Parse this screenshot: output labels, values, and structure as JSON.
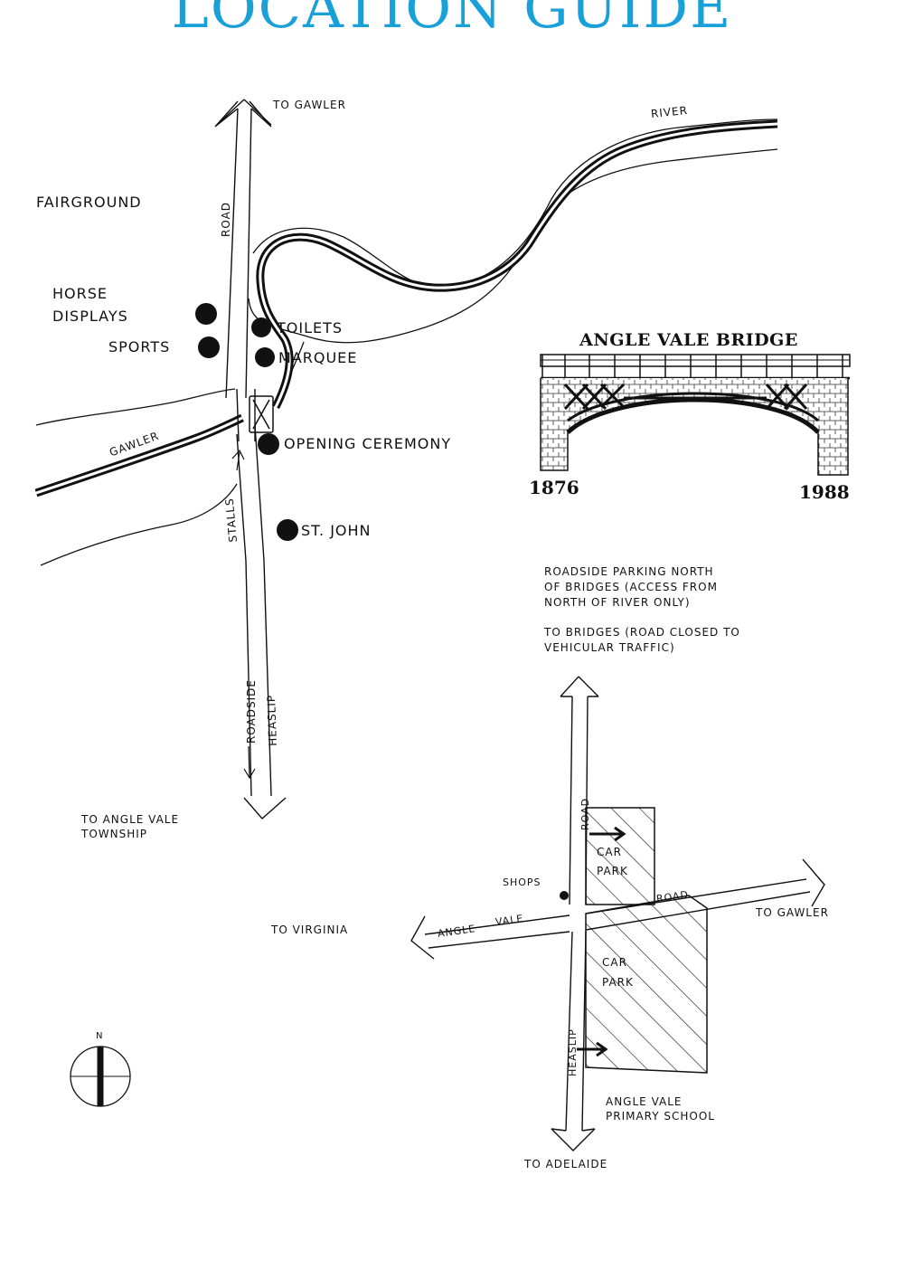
{
  "title": "LOCATION GUIDE",
  "upper_map": {
    "to_gawler": "TO GAWLER",
    "river": "RIVER",
    "fairground": "FAIRGROUND",
    "road": "ROAD",
    "horse_line1": "HORSE",
    "horse_line2": "DISPLAYS",
    "sports": "SPORTS",
    "toilets": "TOILETS",
    "marquee": "MARQUEE",
    "gawler_river": "GAWLER",
    "opening_ceremony": "OPENING CEREMONY",
    "stalls": "STALLS",
    "st_john": "ST. JOHN",
    "roadside": "ROADSIDE",
    "heaslip": "HEASLIP",
    "to_township_line1": "TO ANGLE VALE",
    "to_township_line2": "TOWNSHIP"
  },
  "bridge": {
    "title": "ANGLE VALE BRIDGE",
    "year_start": "1876",
    "year_end": "1988"
  },
  "notes": {
    "parking_line1": "ROADSIDE PARKING NORTH",
    "parking_line2": "OF BRIDGES (ACCESS FROM",
    "parking_line3": "NORTH OF RIVER ONLY)",
    "bridges_line1": "TO BRIDGES (ROAD CLOSED TO",
    "bridges_line2": "VEHICULAR TRAFFIC)"
  },
  "lower_map": {
    "road": "ROAD",
    "car_park": "CAR",
    "car_park2": "PARK",
    "shops": "SHOPS",
    "to_virginia": "TO VIRGINIA",
    "angle": "ANGLE",
    "vale": "VALE",
    "road2": "ROAD",
    "to_gawler": "TO GAWLER",
    "heaslip": "HEASLIP",
    "school_line1": "ANGLE VALE",
    "school_line2": "PRIMARY SCHOOL",
    "to_adelaide": "TO ADELAIDE"
  },
  "compass": {
    "north": "N"
  },
  "colors": {
    "title": "#1aa0d8",
    "ink": "#111111"
  }
}
